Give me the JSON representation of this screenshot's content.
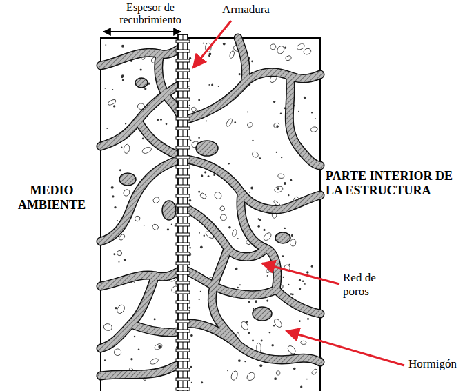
{
  "diagram": {
    "labels": [
      "Espesor de recubrimiento",
      "Armadura",
      "MEDIO AMBIENTE",
      "PARTE INTERIOR DE LA ESTRUCTURA",
      "Red de poros",
      "Hormigón"
    ]
  }
}
